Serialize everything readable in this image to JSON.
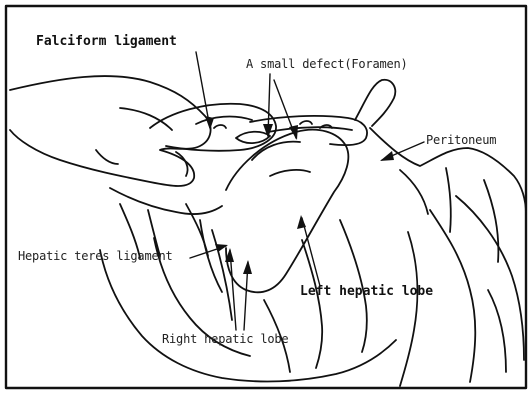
{
  "labels": {
    "falciform": "Falciform ligament",
    "defect": "A small defect(Foramen)",
    "peritoneum": "Peritoneum",
    "teres": "Hepatic teres ligament",
    "left_lobe": "Left hepatic lobe",
    "right_lobe": "Right hepatic lobe"
  },
  "colors": {
    "line": "#111111",
    "background": "#ffffff"
  }
}
